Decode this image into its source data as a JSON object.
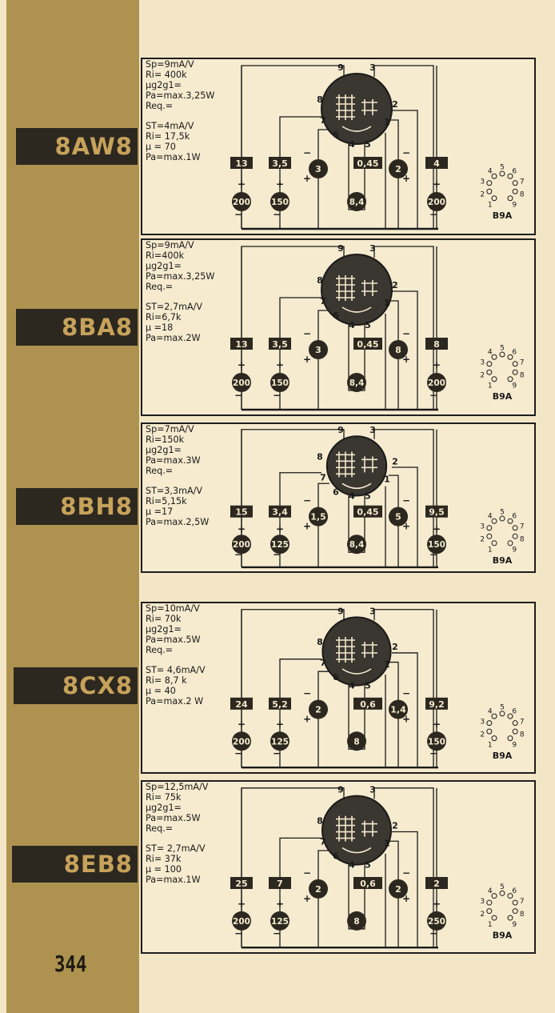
{
  "page_number": "344",
  "tubes": [
    {
      "type": "8AW8",
      "pentode": [
        "Sp=9mA/V",
        "Ri= 400k",
        "μg2g1=",
        "Pa=max.3,25W",
        "Req.="
      ],
      "triode": [
        "ST=4mA/V",
        "Ri= 17,5k",
        "μ = 70",
        "Pa=max.1W"
      ],
      "bars": [
        "13",
        "3,5",
        "0,45",
        "4"
      ],
      "circles": [
        "3",
        "2"
      ],
      "bottom": [
        "200",
        "150",
        "8,4",
        "200"
      ],
      "base": "B9A"
    },
    {
      "type": "8BA8",
      "pentode": [
        "Sp=9mA/V",
        "Ri=400k",
        "μg2g1=",
        "Pa=max.3,25W",
        "Req.="
      ],
      "triode": [
        "ST=2,7mA/V",
        "Ri=6,7k",
        "μ =18",
        "Pa=max.2W"
      ],
      "bars": [
        "13",
        "3,5",
        "0,45",
        "8"
      ],
      "circles": [
        "3",
        "8"
      ],
      "bottom": [
        "200",
        "150",
        "8,4",
        "200"
      ],
      "base": "B9A"
    },
    {
      "type": "8BH8",
      "pentode": [
        "Sp=7mA/V",
        "Ri=150k",
        "μg2g1=",
        "Pa=max.3W",
        "Req.="
      ],
      "triode": [
        "ST=3,3mA/V",
        "Ri=5,15k",
        "μ =17",
        "Pa=max.2,5W"
      ],
      "bars": [
        "15",
        "3,4",
        "0,45",
        "9,5"
      ],
      "circles": [
        "1,5",
        "5"
      ],
      "bottom": [
        "200",
        "125",
        "8,4",
        "150"
      ],
      "base": "B9A"
    },
    {
      "type": "8CX8",
      "pentode": [
        "Sp=10mA/V",
        "Ri= 70k",
        "μg2g1=",
        "Pa=max.5W",
        "Req.="
      ],
      "triode": [
        "ST= 4,6mA/V",
        "Ri= 8,7 k",
        "μ = 40",
        "Pa=max.2 W"
      ],
      "bars": [
        "24",
        "5,2",
        "0,6",
        "9,2"
      ],
      "circles": [
        "2",
        "1,4"
      ],
      "bottom": [
        "200",
        "125",
        "8",
        "150"
      ],
      "base": "B9A"
    },
    {
      "type": "8EB8",
      "pentode": [
        "Sp=12,5mA/V",
        "Ri= 75k",
        "μg2g1=",
        "Pa=max.5W",
        "Req.="
      ],
      "triode": [
        "ST= 2,7mA/V",
        "Ri= 37k",
        "μ = 100",
        "Pa=max.1W"
      ],
      "bars": [
        "25",
        "7",
        "0,6",
        "2"
      ],
      "circles": [
        "2",
        "2"
      ],
      "bottom": [
        "200",
        "125",
        "8",
        "250"
      ],
      "base": "B9A"
    }
  ],
  "pins": {
    "p9": "9",
    "p3": "3",
    "p8": "8",
    "p2": "2",
    "p7": "7",
    "p1": "1",
    "p6": "6",
    "p4": "4",
    "p5": "5"
  },
  "signs": {
    "plus": "+",
    "minus": "−"
  },
  "socket_numbers": [
    "5",
    "6",
    "7",
    "8",
    "9",
    "1",
    "2",
    "3",
    "4"
  ]
}
